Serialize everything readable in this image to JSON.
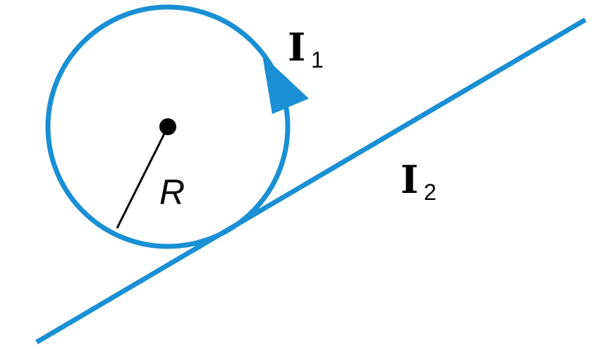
{
  "colors": {
    "wire": "#1a8fd4",
    "ink": "#000000",
    "background": "#ffffff"
  },
  "labels": {
    "loop_current_symbol": "I",
    "loop_current_subscript": "1",
    "wire_current_symbol": "I",
    "wire_current_subscript": "2",
    "radius": "R"
  }
}
